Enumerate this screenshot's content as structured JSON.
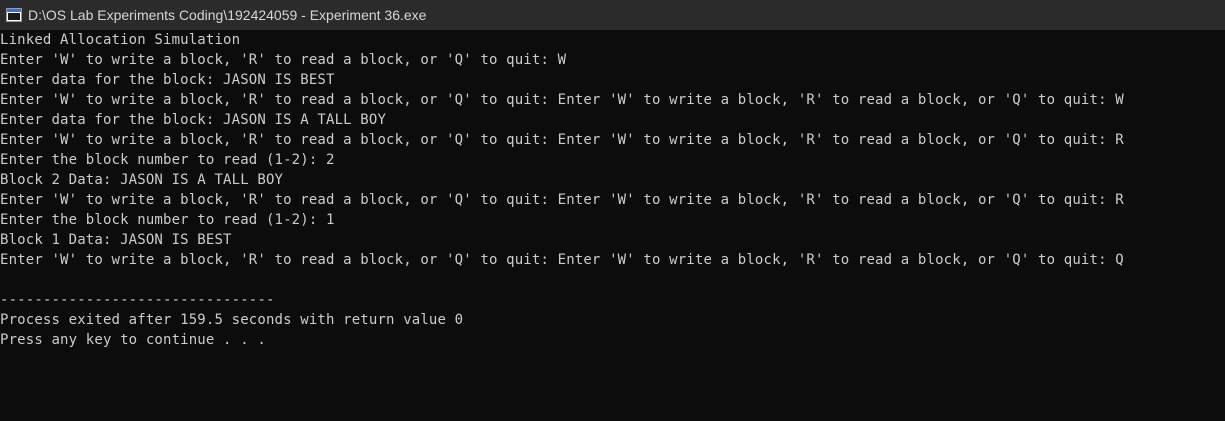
{
  "window": {
    "title": "D:\\OS Lab Experiments Coding\\192424059 - Experiment 36.exe",
    "icon": "console-app-icon"
  },
  "console": {
    "lines": [
      "Linked Allocation Simulation",
      "Enter 'W' to write a block, 'R' to read a block, or 'Q' to quit: W",
      "Enter data for the block: JASON IS BEST",
      "Enter 'W' to write a block, 'R' to read a block, or 'Q' to quit: Enter 'W' to write a block, 'R' to read a block, or 'Q' to quit: W",
      "Enter data for the block: JASON IS A TALL BOY",
      "Enter 'W' to write a block, 'R' to read a block, or 'Q' to quit: Enter 'W' to write a block, 'R' to read a block, or 'Q' to quit: R",
      "Enter the block number to read (1-2): 2",
      "Block 2 Data: JASON IS A TALL BOY",
      "Enter 'W' to write a block, 'R' to read a block, or 'Q' to quit: Enter 'W' to write a block, 'R' to read a block, or 'Q' to quit: R",
      "Enter the block number to read (1-2): 1",
      "Block 1 Data: JASON IS BEST",
      "Enter 'W' to write a block, 'R' to read a block, or 'Q' to quit: Enter 'W' to write a block, 'R' to read a block, or 'Q' to quit: Q",
      "",
      "--------------------------------",
      "Process exited after 159.5 seconds with return value 0",
      "Press any key to continue . . ."
    ]
  },
  "colors": {
    "background": "#0c0c0c",
    "titlebar": "#2b2b2b",
    "text": "#cccccc"
  }
}
